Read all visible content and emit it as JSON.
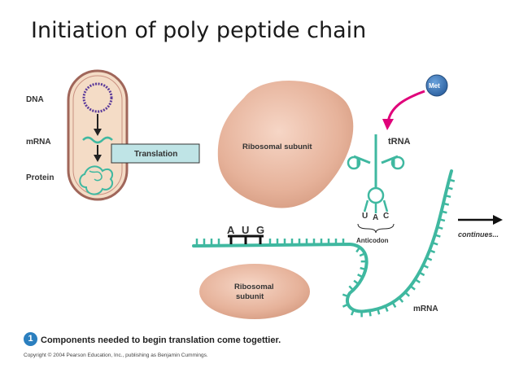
{
  "slide": {
    "title": "Initiation of poly peptide chain"
  },
  "cell_inset": {
    "dna_label": "DNA",
    "mrna_label": "mRNA",
    "protein_label": "Protein",
    "translation_box": "Translation"
  },
  "labels": {
    "ribosomal_subunit_large": "Ribosomal subunit",
    "ribosomal_subunit_small_line1": "Ribosomal",
    "ribosomal_subunit_small_line2": "subunit",
    "trna": "tRNA",
    "met": "Met",
    "anticodon": "Anticodon",
    "anticodon_bases": [
      "U",
      "A",
      "C"
    ],
    "codon_bases": [
      "A",
      "U",
      "G"
    ],
    "continues": "continues...",
    "mrna": "mRNA"
  },
  "caption": {
    "step_number": "1",
    "text": "Components needed to begin translation come togettier.",
    "copyright": "Copyright © 2004 Pearson Education, Inc., publishing as Benjamin Cummings."
  },
  "colors": {
    "ribosome": "#e8b49c",
    "mrna_teal": "#3fb8a0",
    "met_blue": "#3a72b0",
    "arrow_magenta": "#e0007a",
    "cell_fill": "#f4dcc6",
    "translation_box": "#bfe4e6"
  }
}
